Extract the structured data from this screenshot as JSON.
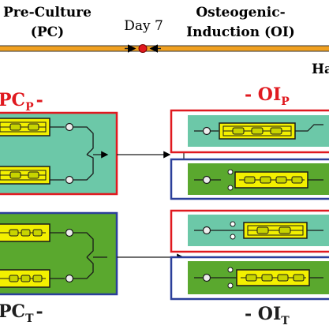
{
  "header": {
    "left_title_line1": "Pre-Culture",
    "left_title_line2": "(PC)",
    "center_label": "Day 7",
    "right_title_line1": "Osteogenic-",
    "right_title_line2": "Induction (OI)",
    "far_right_fragment": "Ha"
  },
  "groups": {
    "pc_p": {
      "main": "PC",
      "sub": "P",
      "suffix": "-"
    },
    "pc_t": {
      "main": "PC",
      "sub": "T",
      "suffix": "-"
    },
    "oi_p": {
      "prefix": "- ",
      "main": "OI",
      "sub": "P"
    },
    "oi_t": {
      "prefix": "- ",
      "main": "OI",
      "sub": "T"
    }
  },
  "colors": {
    "timeline": "#f0a020",
    "day_marker": "#e0191f",
    "pc_p_fill": "#6cc8a8",
    "pc_t_fill": "#5aa82e",
    "red_border": "#e0191f",
    "blue_border": "#2b3f9a",
    "module_yellow": "#f3f000"
  }
}
